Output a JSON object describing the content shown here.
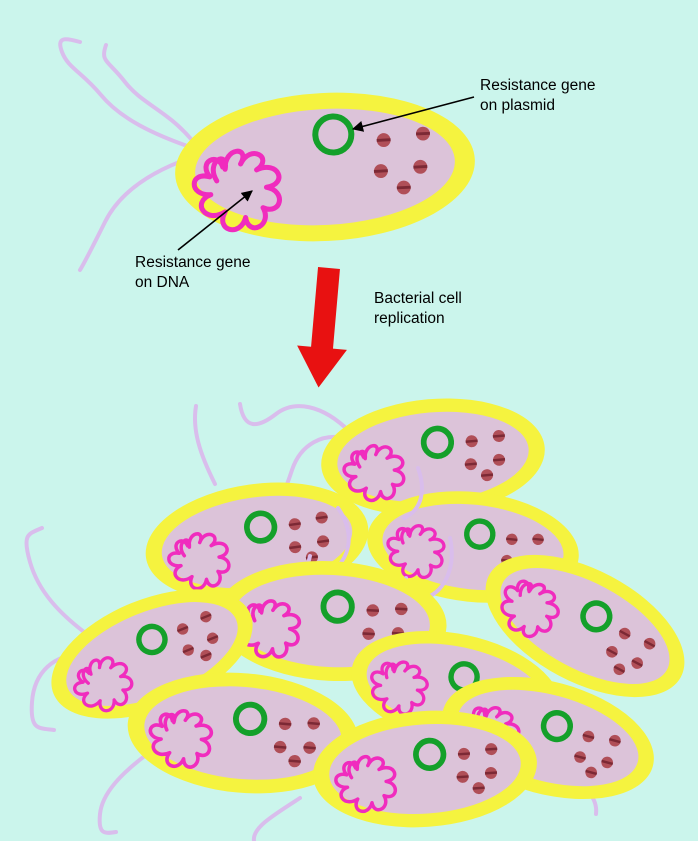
{
  "labels": {
    "plasmid_label": {
      "line1": "Resistance gene",
      "line2": "on plasmid"
    },
    "dna_label": {
      "line1": "Resistance gene",
      "line2": "on DNA"
    },
    "replication_label": {
      "line1": "Bacterial cell",
      "line2": "replication"
    }
  },
  "colors": {
    "background": "#cbf5ec",
    "membrane": "#f5f33f",
    "cytoplasm": "#dcc3d9",
    "dna": "#f02cbe",
    "plasmid": "#14a02a",
    "granule": "#b04f58",
    "granule_line": "#7c2935",
    "arrow": "#e81111",
    "flagella": "#d9bdec",
    "text": "#000000"
  },
  "diagram": {
    "parent_cell_count": 1,
    "daughter_cell_count": 10
  }
}
